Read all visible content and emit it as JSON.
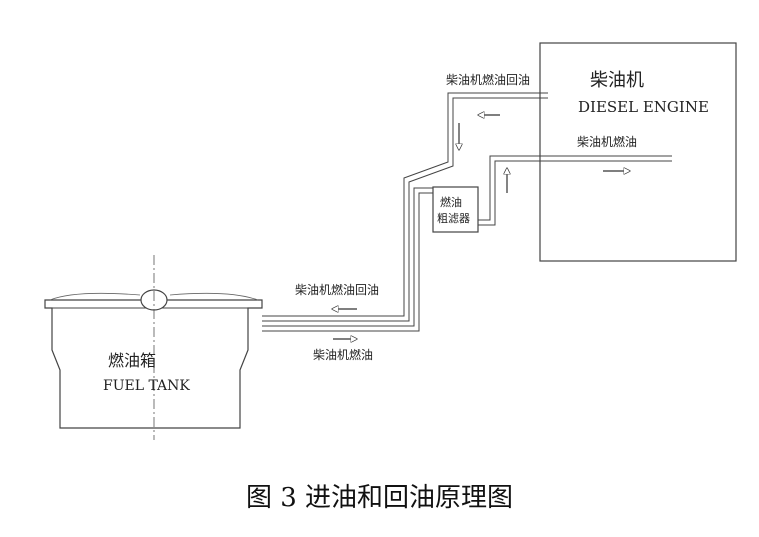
{
  "diagram": {
    "engine": {
      "cn": "柴油机",
      "en": "DIESEL ENGINE"
    },
    "tank": {
      "cn": "燃油箱",
      "en": "FUEL TANK"
    },
    "filter": {
      "line1": "燃油",
      "line2": "粗滤器"
    },
    "labels": {
      "return_top": "柴油机燃油回油",
      "fuel_engine": "柴油机燃油",
      "return_bottom": "柴油机燃油回油",
      "fuel_bottom": "柴油机燃油"
    }
  },
  "caption": "图 3 进油和回油原理图"
}
